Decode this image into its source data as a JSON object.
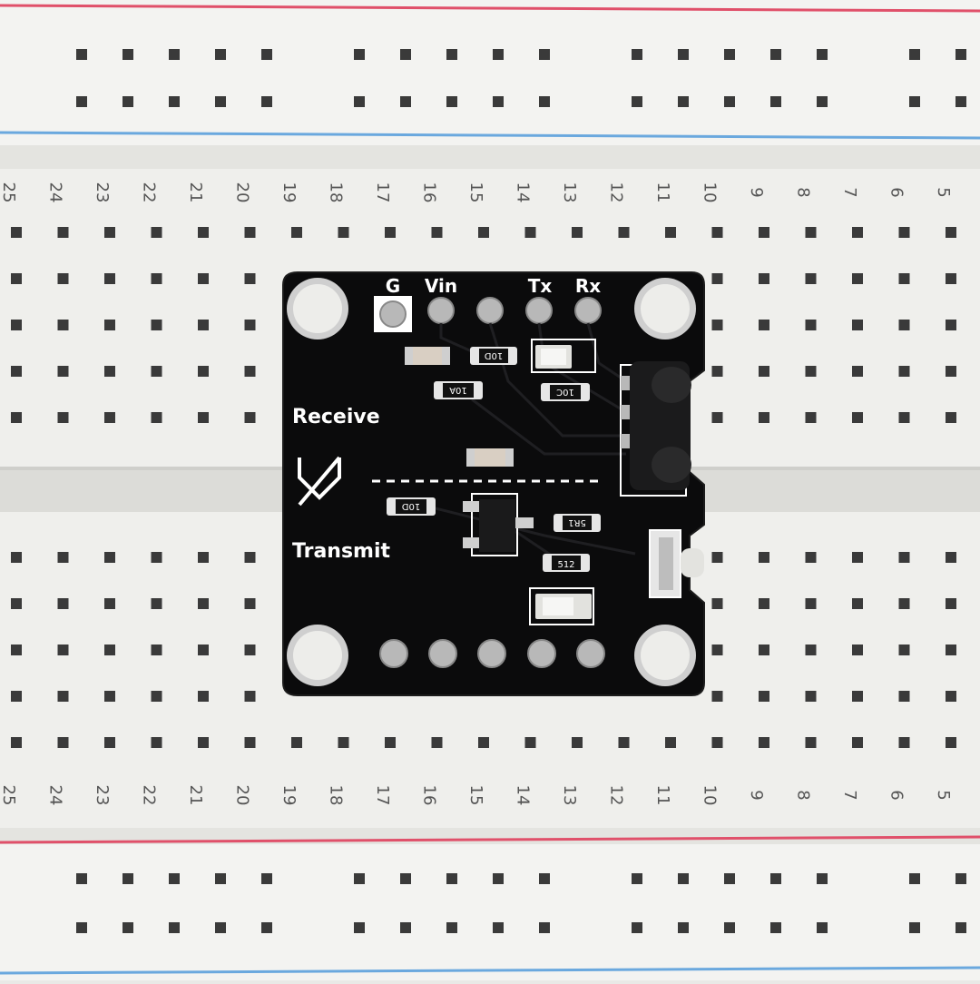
{
  "colors": {
    "breadboard": "#efefec",
    "channel": "#dcdcd8",
    "hole": "#3a3a3a",
    "rail_red": "#e0506a",
    "rail_blue": "#6aa8de",
    "pcb": "#0b0b0c",
    "silk": "#ffffff",
    "pad": "#b8b8b8"
  },
  "breadboard": {
    "column_numbers": [
      "25",
      "24",
      "23",
      "22",
      "21",
      "20",
      "19",
      "18",
      "17",
      "16",
      "15",
      "14",
      "13",
      "12",
      "11",
      "10",
      "9",
      "8",
      "7",
      "6",
      "5"
    ]
  },
  "module": {
    "pin_labels": {
      "g": "G",
      "vin": "Vin",
      "tx": "Tx",
      "rx": "Rx"
    },
    "receive_label": "Receive",
    "transmit_label": "Transmit",
    "logo_icon": "mx-logo-icon",
    "resistor_codes": {
      "r_top": "10D",
      "r_mid_left": "10A",
      "r_mid_right": "10C",
      "r_bottom_left": "10D",
      "r_bottom_right_1": "5R1",
      "r_bottom_right_2": "512"
    }
  }
}
